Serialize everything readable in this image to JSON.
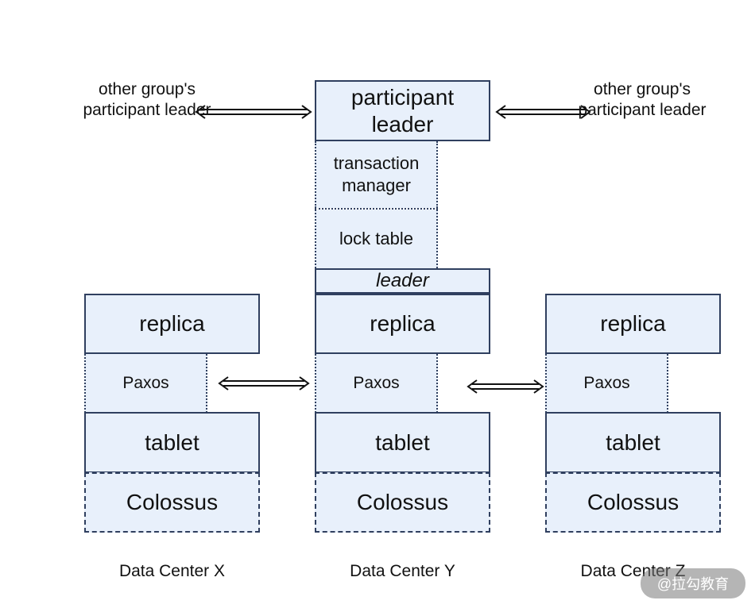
{
  "top": {
    "participant_leader": "participant leader",
    "transaction_manager": "transaction manager",
    "lock_table": "lock table",
    "leader": "leader",
    "other_left": "other group's participant leader",
    "other_right": "other group's participant leader"
  },
  "columns": [
    {
      "replica": "replica",
      "paxos": "Paxos",
      "tablet": "tablet",
      "storage": "Colossus",
      "dc": "Data Center X"
    },
    {
      "replica": "replica",
      "paxos": "Paxos",
      "tablet": "tablet",
      "storage": "Colossus",
      "dc": "Data Center Y"
    },
    {
      "replica": "replica",
      "paxos": "Paxos",
      "tablet": "tablet",
      "storage": "Colossus",
      "dc": "Data Center Z"
    }
  ],
  "watermark": "@拉勾教育"
}
